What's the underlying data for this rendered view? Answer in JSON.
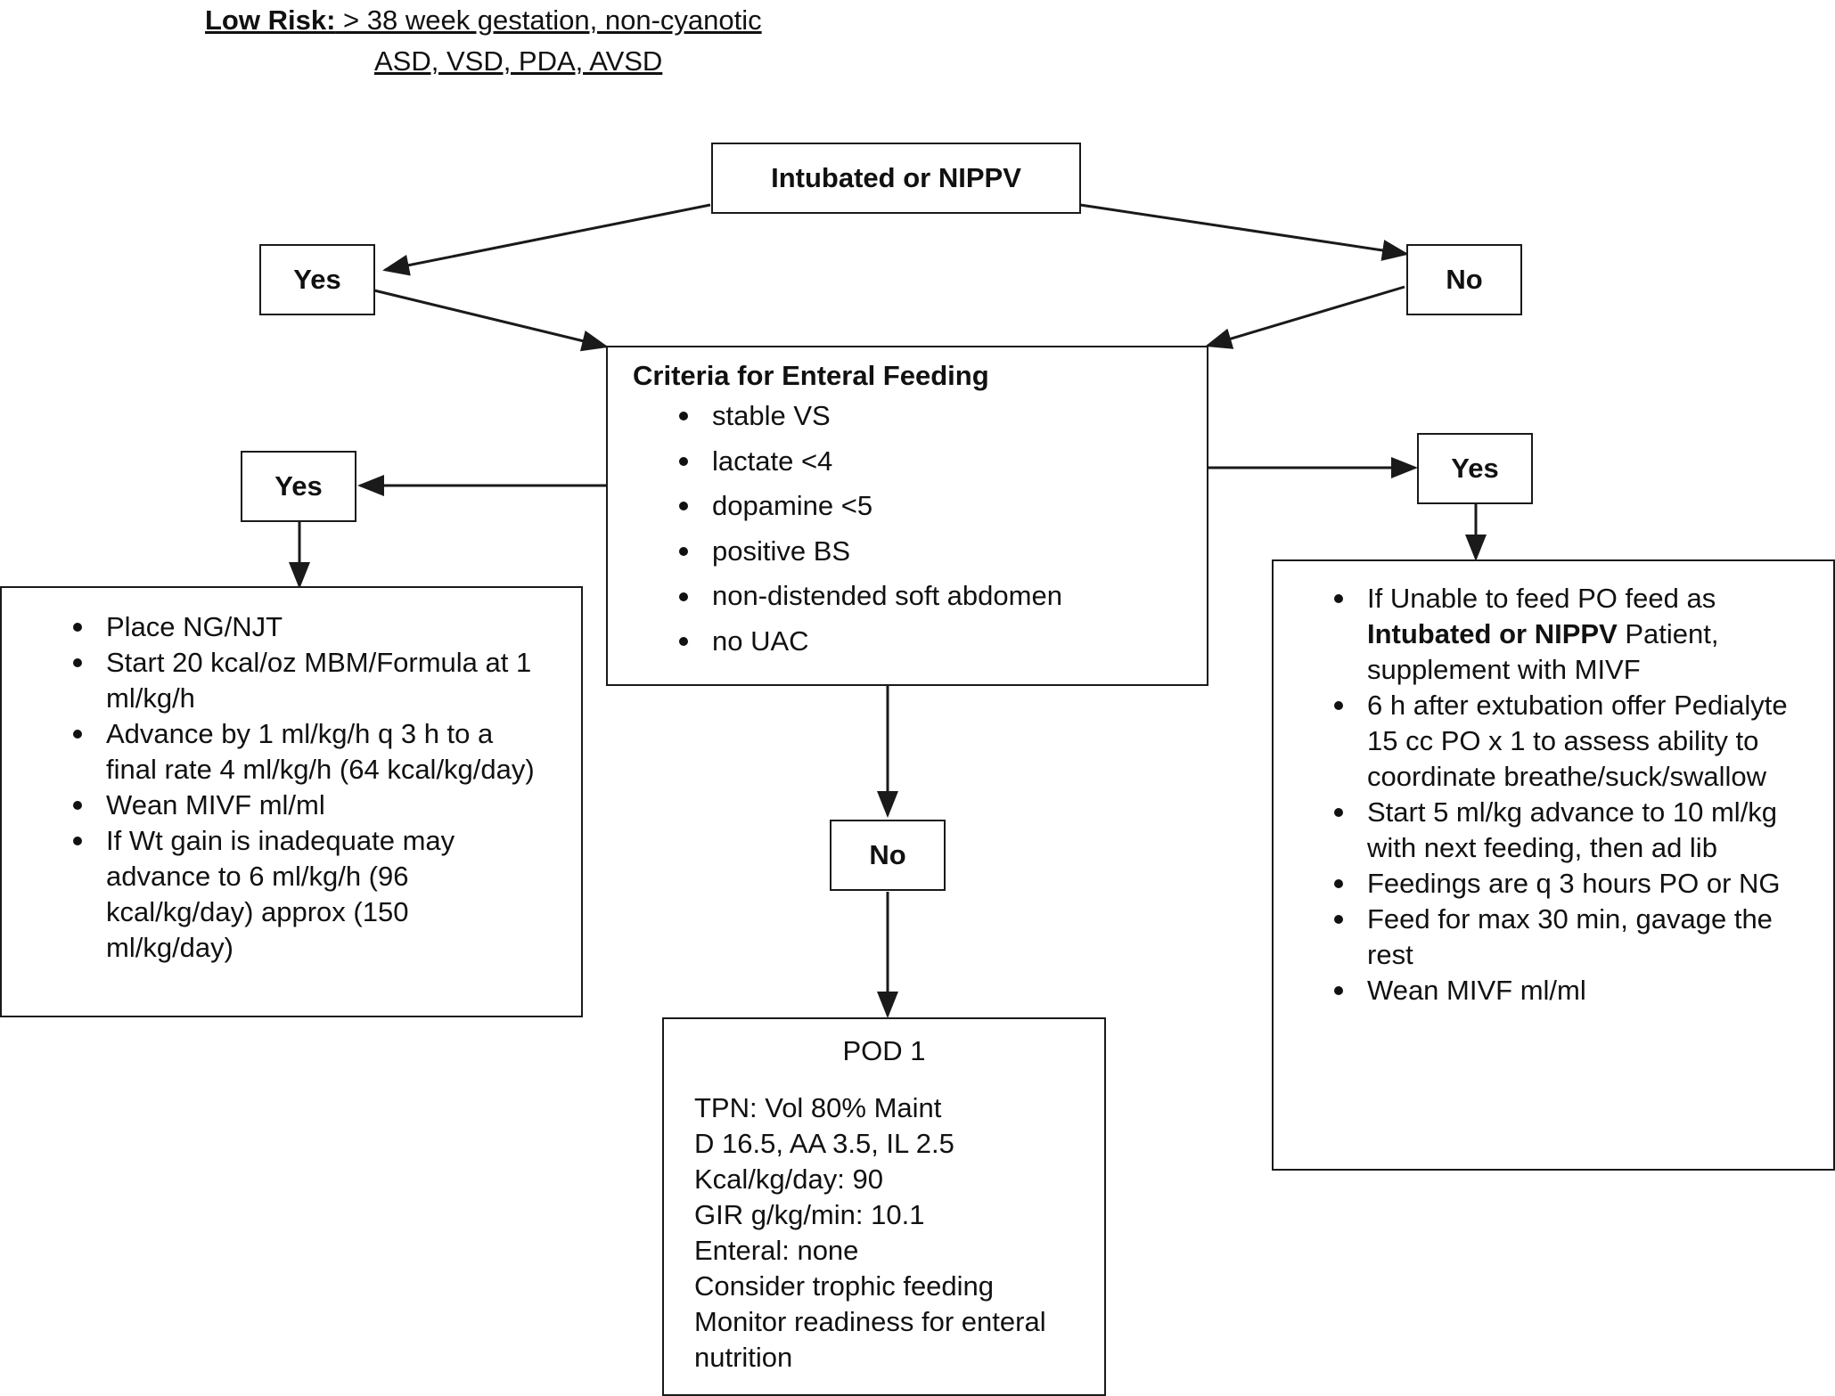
{
  "header": {
    "label": "Low Risk:",
    "line1": " > 38 week gestation, non-cyanotic",
    "line2": "ASD, VSD, PDA, AVSD"
  },
  "top_box": {
    "label": "Intubated or NIPPV"
  },
  "yes_top": {
    "label": "Yes"
  },
  "no_top": {
    "label": "No"
  },
  "criteria": {
    "title": "Criteria for Enteral Feeding",
    "items": [
      "stable VS",
      "lactate <4",
      "dopamine <5",
      "positive BS",
      "non-distended soft abdomen",
      "no UAC"
    ]
  },
  "yes_left": {
    "label": "Yes"
  },
  "yes_right": {
    "label": "Yes"
  },
  "no_bottom": {
    "label": "No"
  },
  "left_plan": {
    "items": [
      "Place NG/NJT",
      "Start 20 kcal/oz MBM/Formula  at 1 ml/kg/h",
      "Advance by 1 ml/kg/h q 3 h to a final rate 4 ml/kg/h  (64 kcal/kg/day)",
      "Wean MIVF ml/ml",
      "If Wt gain is inadequate may advance to 6 ml/kg/h (96 kcal/kg/day) approx (150 ml/kg/day)"
    ]
  },
  "right_plan": {
    "item1_pre": "If Unable to feed PO feed as ",
    "item1_bold": "Intubated or NIPPV",
    "item1_post": " Patient, supplement with MIVF",
    "items": [
      "6 h after extubation offer Pedialyte 15 cc PO x 1 to assess ability to coordinate breathe/suck/swallow",
      "Start 5 ml/kg advance to 10 ml/kg with next feeding, then ad lib",
      "Feedings are q 3 hours PO or NG",
      "Feed for max 30 min, gavage the rest",
      "Wean MIVF ml/ml"
    ]
  },
  "pod": {
    "title": "POD 1",
    "lines": [
      "TPN: Vol 80% Maint",
      "D 16.5, AA 3.5, IL 2.5",
      "Kcal/kg/day: 90",
      "GIR g/kg/min: 10.1",
      "Enteral: none",
      "Consider trophic feeding",
      "Monitor readiness for enteral",
      "nutrition"
    ]
  }
}
